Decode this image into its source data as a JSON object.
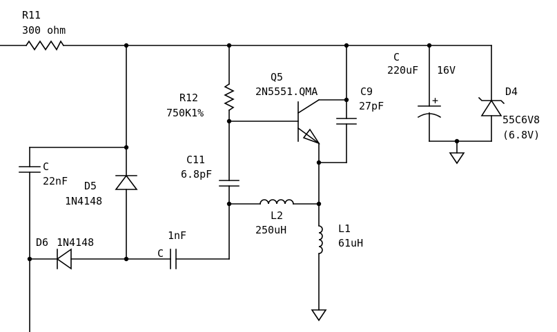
{
  "components": {
    "r11": {
      "ref": "R11",
      "value": "300 ohm"
    },
    "r12": {
      "ref": "R12",
      "value": "750K1%"
    },
    "q5": {
      "ref": "Q5",
      "value": "2N5551.QMA"
    },
    "c9": {
      "ref": "C9",
      "value": "27pF"
    },
    "c_big": {
      "ref": "C",
      "value": "220uF",
      "rating": "16V"
    },
    "d4": {
      "ref": "D4",
      "value": "55C6V8",
      "note": "(6.8V)"
    },
    "c_22": {
      "ref": "C",
      "value": "22nF"
    },
    "d5": {
      "ref": "D5",
      "value": "1N4148"
    },
    "c11": {
      "ref": "C11",
      "value": "6.8pF"
    },
    "l2": {
      "ref": "L2",
      "value": "250uH"
    },
    "l1": {
      "ref": "L1",
      "value": "61uH"
    },
    "d6": {
      "ref": "D6",
      "value": "1N4148"
    },
    "c_1n": {
      "ref": "C",
      "value": "1nF"
    }
  },
  "polarity_mark": "+"
}
